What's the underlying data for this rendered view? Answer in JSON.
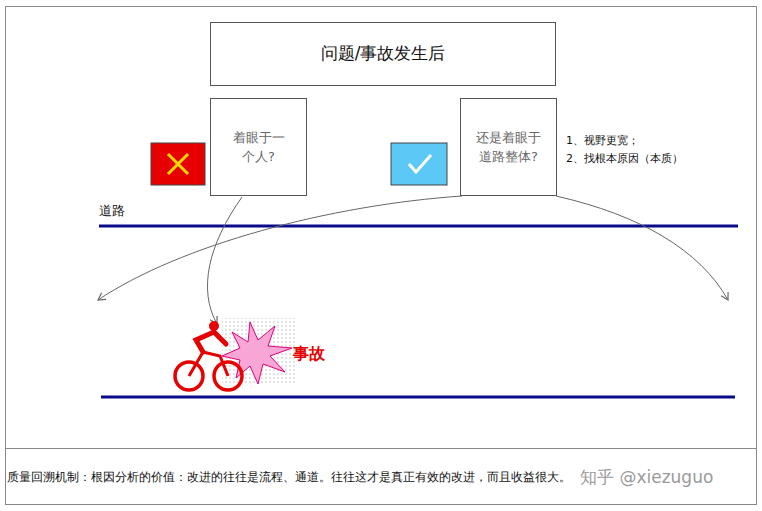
{
  "diagram": {
    "caption": "质量回溯机制：根因分析的价值：改进的往往是流程、通道。往往这才是真正有效的改进，而且收益很大。",
    "nodes": [
      {
        "text": [
          "问题/事故发生后"
        ]
      },
      {
        "text": [
          "着眼于一个人?"
        ]
      },
      {
        "text": [
          "还是着眼于道路整体?"
        ]
      }
    ],
    "labels": [
      "1、视野更宽；",
      "2、找根本原因（本质）",
      "道路",
      "事故",
      "知乎 @xiezuguo"
    ]
  }
}
